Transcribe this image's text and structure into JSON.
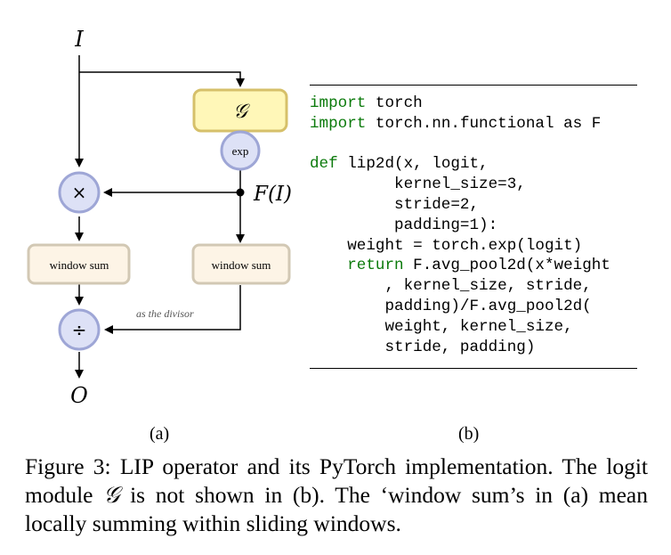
{
  "diagram": {
    "input_label": "I",
    "output_label": "O",
    "logit_module_label": "𝒢",
    "exp_label": "exp",
    "multiply_label": "×",
    "divide_label": "÷",
    "feature_label": "F(I)",
    "window_sum_left_label": "window sum",
    "window_sum_right_label": "window sum",
    "divisor_annotation": "as the divisor",
    "colors": {
      "logit_fill": "#fff7b8",
      "logit_stroke": "#d6c06a",
      "op_fill": "#dde1f6",
      "op_stroke": "#9ea6d6",
      "window_fill": "#fdf4e6",
      "window_stroke": "#d2c8b4",
      "code_keyword": "#0b7a0b"
    }
  },
  "code": {
    "lines": [
      {
        "kw": "import",
        "text": " torch"
      },
      {
        "kw": "import",
        "text": " torch.nn.functional as F"
      },
      {
        "kw": "",
        "text": " "
      },
      {
        "kw": "def",
        "text": " lip2d(x, logit,"
      },
      {
        "kw": "",
        "text": "         kernel_size=3,"
      },
      {
        "kw": "",
        "text": "         stride=2,"
      },
      {
        "kw": "",
        "text": "         padding=1):"
      },
      {
        "kw": "",
        "text": "    weight = torch.exp(logit)"
      },
      {
        "kw": "    return",
        "text": " F.avg_pool2d(x*weight"
      },
      {
        "kw": "",
        "text": "        , kernel_size, stride,"
      },
      {
        "kw": "",
        "text": "        padding)/F.avg_pool2d("
      },
      {
        "kw": "",
        "text": "        weight, kernel_size,"
      },
      {
        "kw": "",
        "text": "        stride, padding)"
      }
    ]
  },
  "subfig_labels": {
    "a": "(a)",
    "b": "(b)"
  },
  "caption": {
    "part1": "Figure 3:  LIP operator and its PyTorch implementation. The logit module ",
    "symbol": "𝒢",
    "part2": " is not shown in (b). The ‘window sum’s in (a) mean locally summing within sliding windows."
  }
}
